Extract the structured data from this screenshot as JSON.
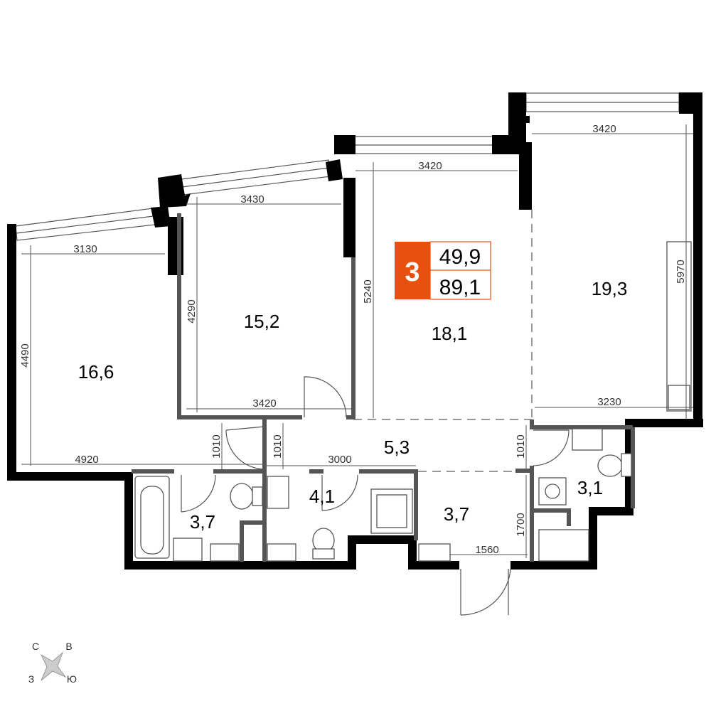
{
  "badge": {
    "rooms": "3",
    "living_area": "49,9",
    "total_area": "89,1",
    "color": "#e8500f"
  },
  "areas": {
    "bedroom_left": "16,6",
    "bedroom_middle": "15,2",
    "living_room": "18,1",
    "kitchen": "19,3",
    "hall": "5,3",
    "bathroom_left": "3,7",
    "bathroom_middle": "4,1",
    "entrance": "3,7",
    "bathroom_right": "3,1"
  },
  "dimensions": {
    "left_room_width": "3130",
    "left_room_depth": "4490",
    "middle_room_width_top": "3430",
    "middle_room_depth": "4290",
    "middle_room_width_bottom": "3420",
    "living_width": "3420",
    "living_depth": "5240",
    "kitchen_width_top": "3420",
    "kitchen_depth": "5970",
    "kitchen_width_bottom": "3230",
    "corridor_length": "4920",
    "corridor_width_1": "1010",
    "corridor_width_2": "1010",
    "corridor_width_3": "1010",
    "hall_length": "3000",
    "entrance_width": "1560",
    "entrance_depth": "1700"
  },
  "compass": {
    "north": "С",
    "east": "В",
    "west": "З",
    "south": "Ю"
  }
}
